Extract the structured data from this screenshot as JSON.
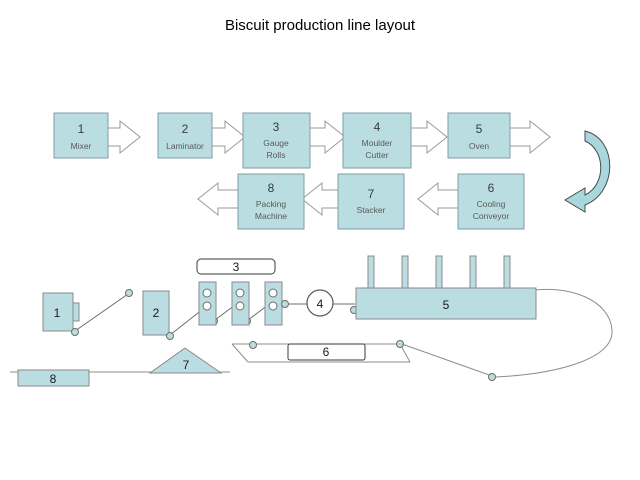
{
  "page": {
    "title": "Biscuit production line layout",
    "background_color": "#ffffff"
  },
  "colors": {
    "box_fill": "#b9dde1",
    "box_stroke": "#7f9fa3",
    "arrow_fill": "#ffffff",
    "arrow_stroke": "#9a9a9a",
    "schematic_fill": "#b9dde1",
    "line": "#6d6d6d",
    "text": "#3a3a3a"
  },
  "flowchart": {
    "row_top": [
      {
        "number": "1",
        "label_line1": "Mixer",
        "label_line2": ""
      },
      {
        "number": "2",
        "label_line1": "Laminator",
        "label_line2": ""
      },
      {
        "number": "3",
        "label_line1": "Gauge",
        "label_line2": "Rolls"
      },
      {
        "number": "4",
        "label_line1": "Moulder",
        "label_line2": "Cutter"
      },
      {
        "number": "5",
        "label_line1": "Oven",
        "label_line2": ""
      }
    ],
    "row_bottom": [
      {
        "number": "8",
        "label_line1": "Packing",
        "label_line2": "Machine"
      },
      {
        "number": "7",
        "label_line1": "Stacker",
        "label_line2": ""
      },
      {
        "number": "6",
        "label_line1": "Cooling",
        "label_line2": "Conveyor"
      }
    ],
    "wrap_arrow": "curved-return-arrow"
  },
  "schematic": {
    "stations": [
      {
        "id": "1",
        "name": "mixer"
      },
      {
        "id": "2",
        "name": "laminator"
      },
      {
        "id": "3",
        "name": "gauge-rolls"
      },
      {
        "id": "4",
        "name": "moulder-cutter"
      },
      {
        "id": "5",
        "name": "oven"
      },
      {
        "id": "6",
        "name": "cooling-conveyor"
      },
      {
        "id": "7",
        "name": "stacker"
      },
      {
        "id": "8",
        "name": "packing-machine"
      }
    ],
    "oven_stacks": 5
  }
}
